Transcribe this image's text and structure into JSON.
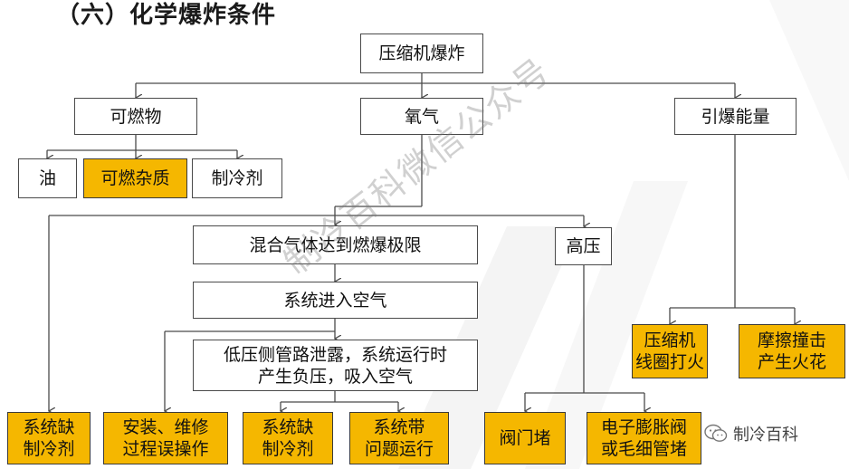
{
  "title": "（六）化学爆炸条件",
  "nodes": {
    "compressor_explosion": "压缩机爆炸",
    "combustibles": "可燃物",
    "oxygen": "氧气",
    "ignition_energy": "引爆能量",
    "oil": "油",
    "combustible_impurities": "可燃杂质",
    "refrigerant": "制冷剂",
    "gas_mixture_limit": "混合气体达到燃爆极限",
    "system_air_entry": "系统进入空气",
    "high_pressure": "高压",
    "low_pressure_leak": "低压侧管路泄露，系统运行时\n产生负压，吸入空气",
    "coil_sparking": "压缩机\n线圈打火",
    "friction_sparks": "摩擦撞击\n产生火花",
    "lack_refrigerant_1": "系统缺\n制冷剂",
    "install_maintenance_error": "安装、维修\n过程误操作",
    "lack_refrigerant_2": "系统缺\n制冷剂",
    "system_problem_running": "系统带\n问题运行",
    "valve_blocked": "阀门堵",
    "expansion_valve_blocked": "电子膨胀阀\n或毛细管堵"
  },
  "watermark": "制冷百科微信公众号",
  "brand": "制冷百科",
  "colors": {
    "highlight": "#f5b700",
    "line": "#4a4a4a"
  }
}
